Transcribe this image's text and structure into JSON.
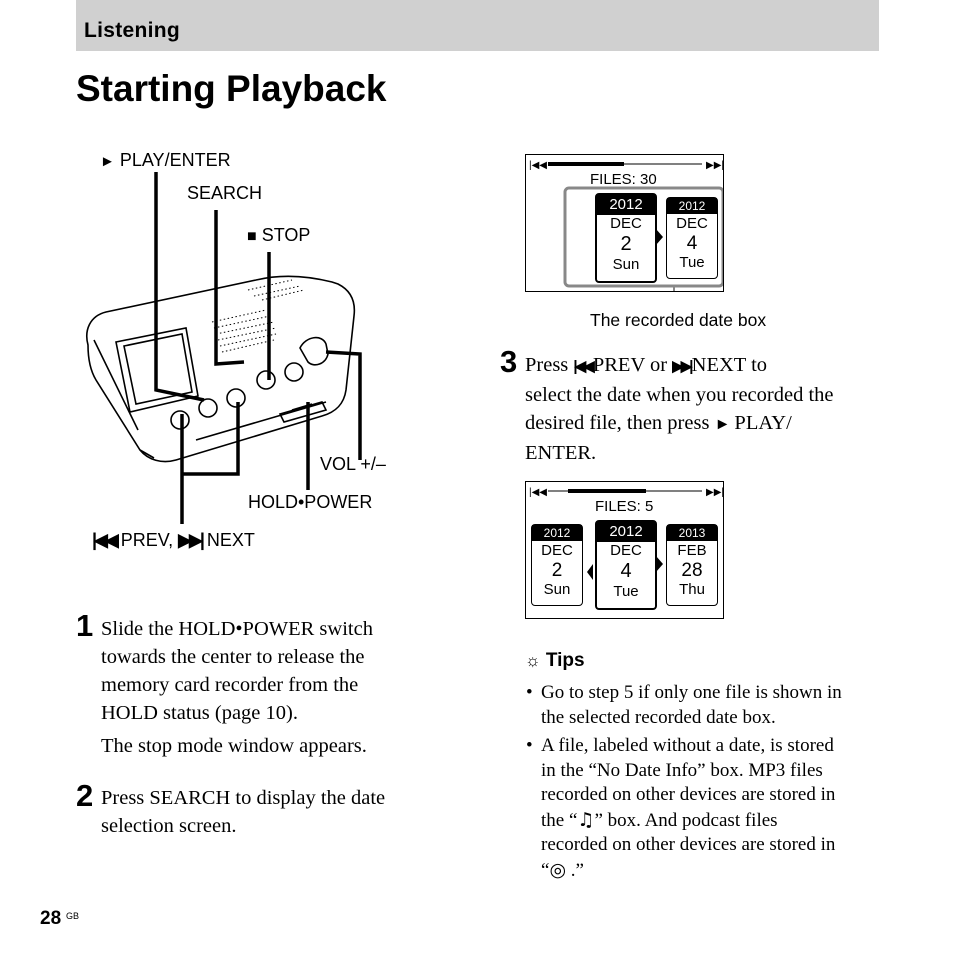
{
  "header": {
    "section": "Listening",
    "title": "Starting Playback"
  },
  "device_callouts": {
    "play_enter": "PLAY/ENTER",
    "search": "SEARCH",
    "stop": "STOP",
    "vol": "VOL +/–",
    "hold_power": "HOLD•POWER",
    "prev_next_prev": "PREV,",
    "prev_next_next": "NEXT"
  },
  "screen1": {
    "files_label": "FILES: 30",
    "date_main": {
      "year": "2012",
      "month": "DEC",
      "day": "2",
      "weekday": "Sun"
    },
    "date_next": {
      "year": "2012",
      "month": "DEC",
      "day": "4",
      "weekday": "Tue"
    },
    "caption": "The recorded date box"
  },
  "screen2": {
    "files_label": "FILES: 5",
    "date_prev": {
      "year": "2012",
      "month": "DEC",
      "day": "2",
      "weekday": "Sun"
    },
    "date_main": {
      "year": "2012",
      "month": "DEC",
      "day": "4",
      "weekday": "Tue"
    },
    "date_next": {
      "year": "2013",
      "month": "FEB",
      "day": "28",
      "weekday": "Thu"
    }
  },
  "steps": [
    {
      "number": "1",
      "lines": [
        "Slide the HOLD•POWER switch",
        "towards the center to release the",
        "memory card recorder from the",
        "HOLD status (page 10)."
      ],
      "note": "The stop mode window appears."
    },
    {
      "number": "2",
      "lines": [
        "Press SEARCH to display the date",
        "selection screen."
      ]
    },
    {
      "number": "3",
      "line1_a": "Press",
      "line1_b": "PREV or",
      "line1_c": "NEXT to",
      "lines": [
        "select the date when you recorded the",
        "desired file, then press"
      ],
      "line3_end": "PLAY/",
      "line4": "ENTER."
    }
  ],
  "tips": {
    "title": "Tips",
    "items": [
      {
        "lines": [
          "Go to step 5 if only one file is shown in",
          "the selected recorded date box."
        ]
      },
      {
        "lines": [
          "A file, labeled without a date, is stored",
          "in the “No Date Info” box. MP3 files",
          "recorded on other devices are stored in"
        ],
        "line4_a": "the “",
        "line4_b": "” box. And podcast files",
        "line5": "recorded on other devices are stored in",
        "line6_a": "“",
        "line6_b": " .”"
      }
    ]
  },
  "footer": {
    "page_number": "28",
    "page_suffix": "GB"
  }
}
